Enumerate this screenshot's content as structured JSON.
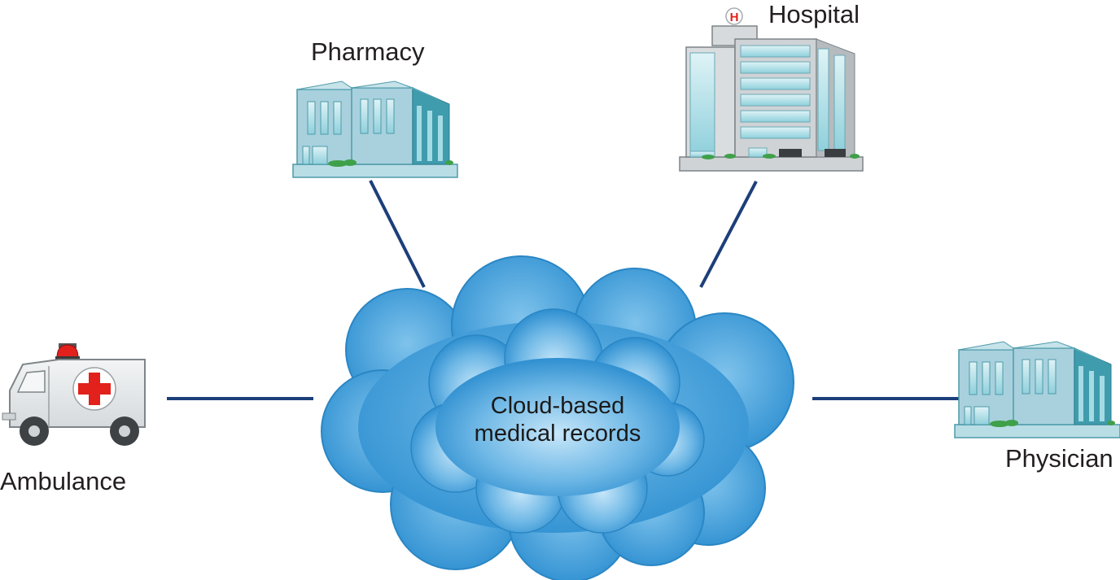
{
  "diagram": {
    "center": {
      "line1": "Cloud-based",
      "line2": "medical records",
      "icon": "cloud-icon"
    },
    "nodes": [
      {
        "id": "pharmacy",
        "label": "Pharmacy",
        "icon": "building-icon"
      },
      {
        "id": "hospital",
        "label": "Hospital",
        "icon": "hospital-building-icon"
      },
      {
        "id": "ambulance",
        "label": "Ambulance",
        "icon": "ambulance-icon"
      },
      {
        "id": "physician",
        "label": "Physician",
        "icon": "building-icon"
      }
    ],
    "colors": {
      "connector": "#1c3f7a",
      "cloud_light": "#a9d6f3",
      "cloud_dark": "#2b8fd0",
      "building_face": "#a9d3df",
      "building_side": "#3f9cad",
      "red_cross": "#e2211c"
    }
  }
}
